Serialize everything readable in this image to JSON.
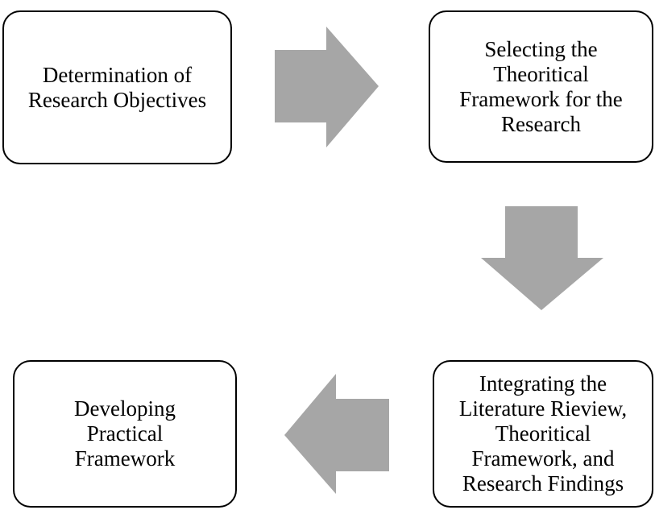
{
  "diagram": {
    "steps": [
      {
        "id": "step-1",
        "label": "Determination of\nResearch Objectives"
      },
      {
        "id": "step-2",
        "label": "Selecting the\nTheoritical\nFramework for the\nResearch"
      },
      {
        "id": "step-3",
        "label": "Integrating the\nLiterature Rieview,\nTheoritical\nFramework, and\nResearch Findings"
      },
      {
        "id": "step-4",
        "label": "Developing\nPractical\nFramework"
      }
    ],
    "arrows": [
      {
        "from": "step-1",
        "to": "step-2",
        "direction": "right"
      },
      {
        "from": "step-2",
        "to": "step-3",
        "direction": "down"
      },
      {
        "from": "step-3",
        "to": "step-4",
        "direction": "left"
      }
    ],
    "colors": {
      "arrow": "#a6a6a6",
      "box_border": "#000000",
      "box_fill": "#ffffff",
      "text": "#000000"
    }
  }
}
